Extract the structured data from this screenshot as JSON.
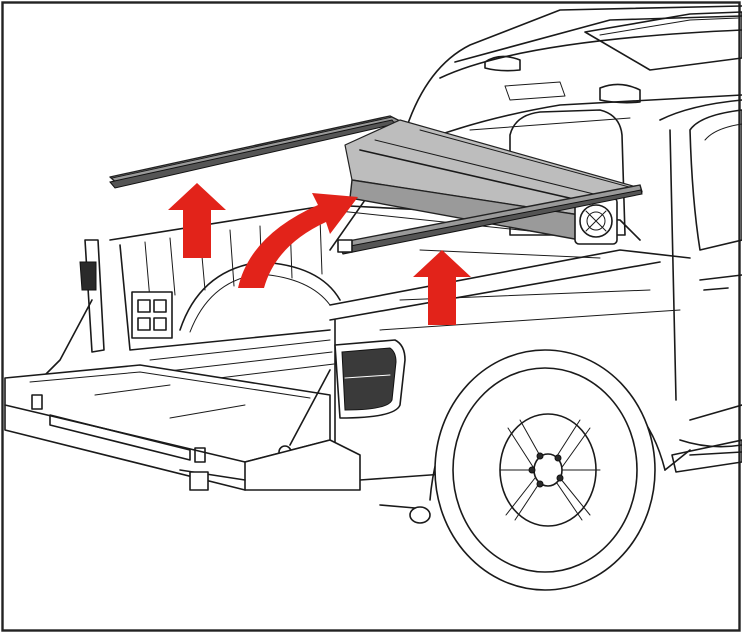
{
  "illustration": {
    "subject": "pickup-truck-bed-cover-installation",
    "arrow_color": "#e2231a",
    "cover_color": "#9a9a9a",
    "border_color": "#222222",
    "arrows": [
      {
        "name": "lift-arrow-left-rail",
        "direction": "up"
      },
      {
        "name": "fold-arrow-cover",
        "direction": "curved-up-forward"
      },
      {
        "name": "lift-arrow-right-rail",
        "direction": "up"
      }
    ]
  }
}
